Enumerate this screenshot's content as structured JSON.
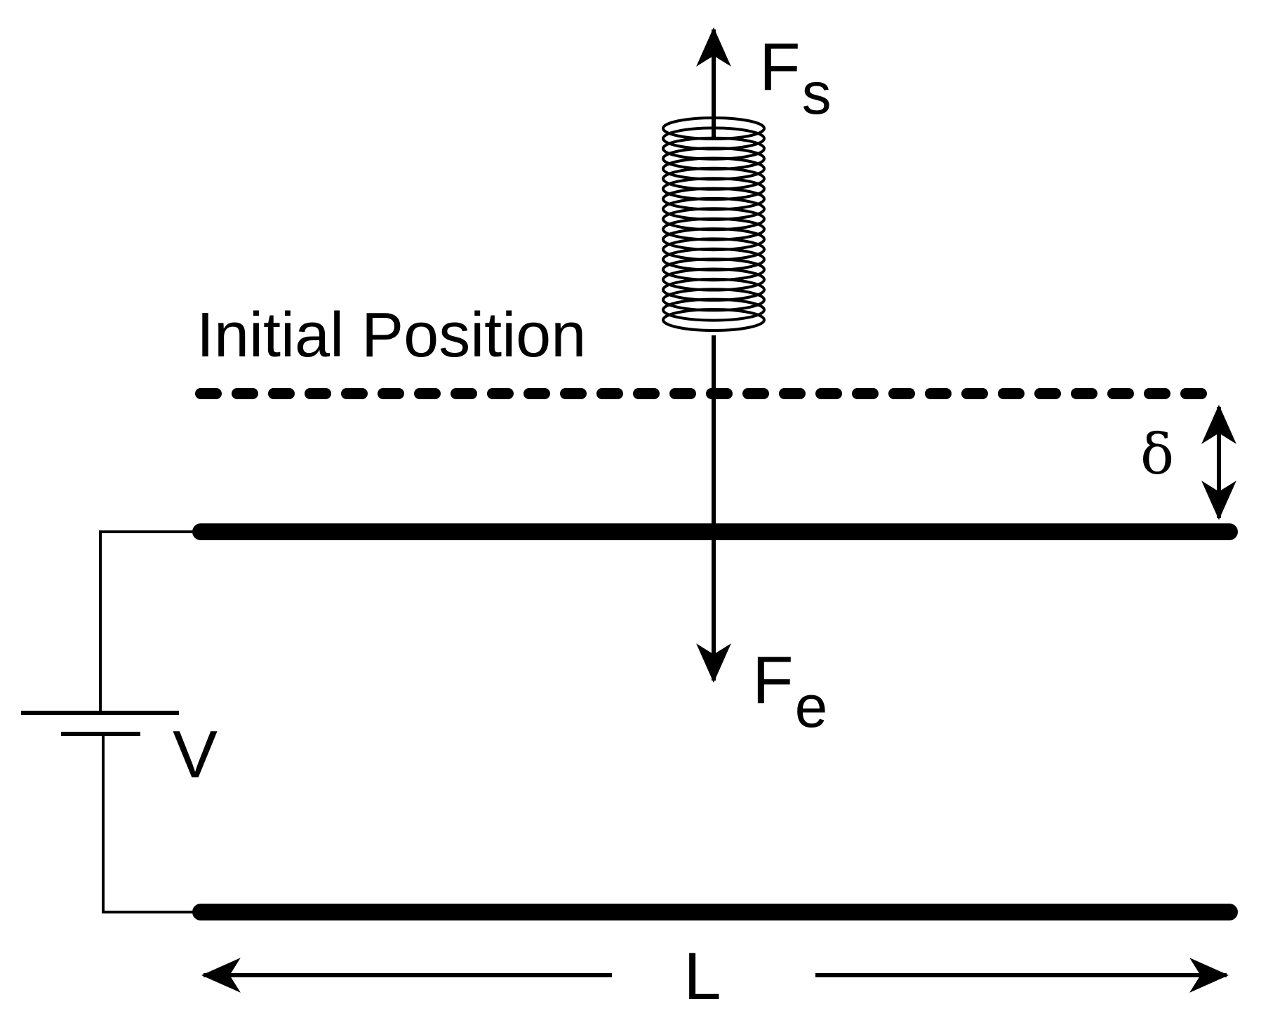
{
  "labels": {
    "spring_force_main": "F",
    "spring_force_sub": "s",
    "electrostatic_force_main": "F",
    "electrostatic_force_sub": "e",
    "initial_position": "Initial Position",
    "displacement": "δ",
    "voltage": "V",
    "length": "L"
  },
  "colors": {
    "ink": "#000000",
    "background": "#ffffff"
  },
  "components": {
    "spring_coil_turns": 20
  }
}
